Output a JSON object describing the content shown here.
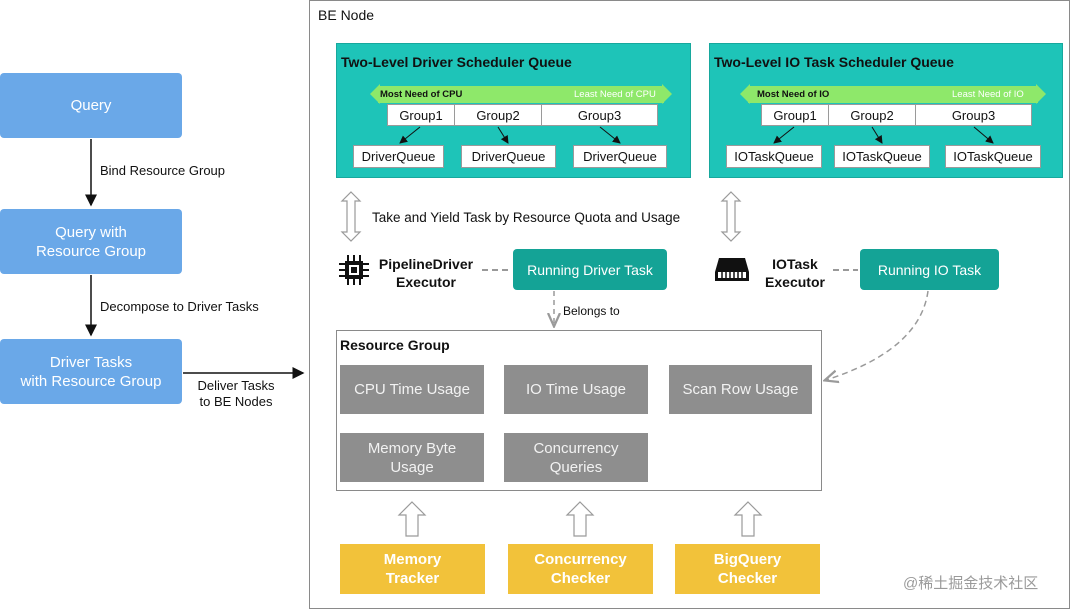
{
  "left_flow": {
    "query": "Query",
    "query_with_rg": "Query with\nResource Group",
    "driver_tasks": "Driver Tasks\nwith Resource Group",
    "bind_label": "Bind Resource Group",
    "decompose_label": "Decompose to Driver Tasks",
    "deliver_label": "Deliver Tasks\nto BE Nodes"
  },
  "be_node": {
    "title": "BE Node",
    "driver_panel": {
      "title": "Two-Level Driver Scheduler Queue",
      "most": "Most Need of CPU",
      "least": "Least Need of CPU",
      "groups": [
        "Group1",
        "Group2",
        "Group3"
      ],
      "queues": [
        "DriverQueue",
        "DriverQueue",
        "DriverQueue"
      ]
    },
    "io_panel": {
      "title": "Two-Level IO Task Scheduler Queue",
      "most": "Most Need of IO",
      "least": "Least Need of IO",
      "groups": [
        "Group1",
        "Group2",
        "Group3"
      ],
      "queues": [
        "IOTaskQueue",
        "IOTaskQueue",
        "IOTaskQueue"
      ]
    },
    "take_yield_label": "Take and Yield Task by Resource Quota and Usage",
    "pipeline_executor": "PipelineDriver\nExecutor",
    "io_executor": "IOTask\nExecutor",
    "running_driver": "Running Driver Task",
    "running_io": "Running IO Task",
    "belongs_to": "Belongs to",
    "resource_group": {
      "title": "Resource Group",
      "items": [
        "CPU Time Usage",
        "IO Time Usage",
        "Scan Row Usage",
        "Memory Byte\nUsage",
        "Concurrency\nQueries"
      ]
    },
    "checkers": [
      "Memory\nTracker",
      "Concurrency\nChecker",
      "BigQuery\nChecker"
    ]
  },
  "watermark": "@稀土掘金技术社区",
  "colors": {
    "blue": "#6aa8e8",
    "teal_panel": "#1ec4b8",
    "teal_button": "#14a396",
    "green_bar": "#8ee86a",
    "grey_box": "#8e8e8e",
    "gold": "#f2c23a"
  },
  "icons": [
    "cpu-chip-icon",
    "hard-disk-icon"
  ]
}
